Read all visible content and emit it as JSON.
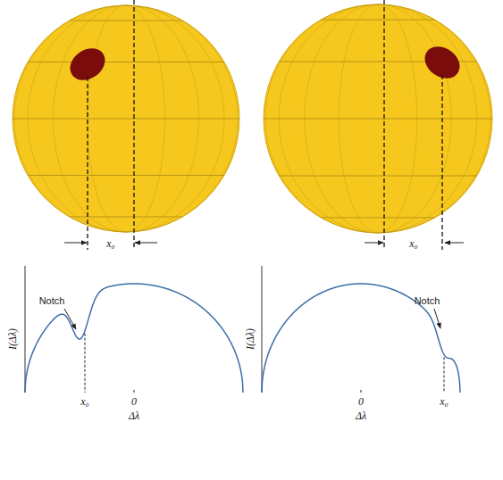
{
  "diagram": {
    "labels": [
      "x₀",
      "x₀",
      "Notch",
      "I(Δλ)",
      "x₀",
      "0",
      "Δλ",
      "I(Δλ)",
      "Notch",
      "x₀",
      "0",
      "Δλ"
    ]
  }
}
